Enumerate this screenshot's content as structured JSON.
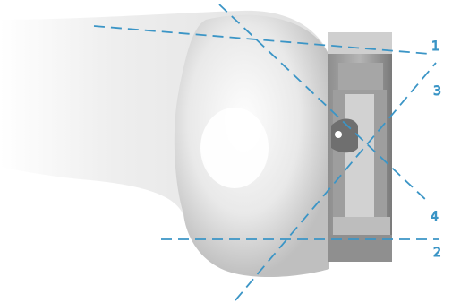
{
  "diagram": {
    "cut_line_labels": [
      "1",
      "2",
      "3",
      "4"
    ],
    "colors": {
      "cut_line": "#3b95c6",
      "label": "#3b95c6",
      "bone": "#e6e6e6",
      "implant": "#9a9a9a"
    }
  }
}
